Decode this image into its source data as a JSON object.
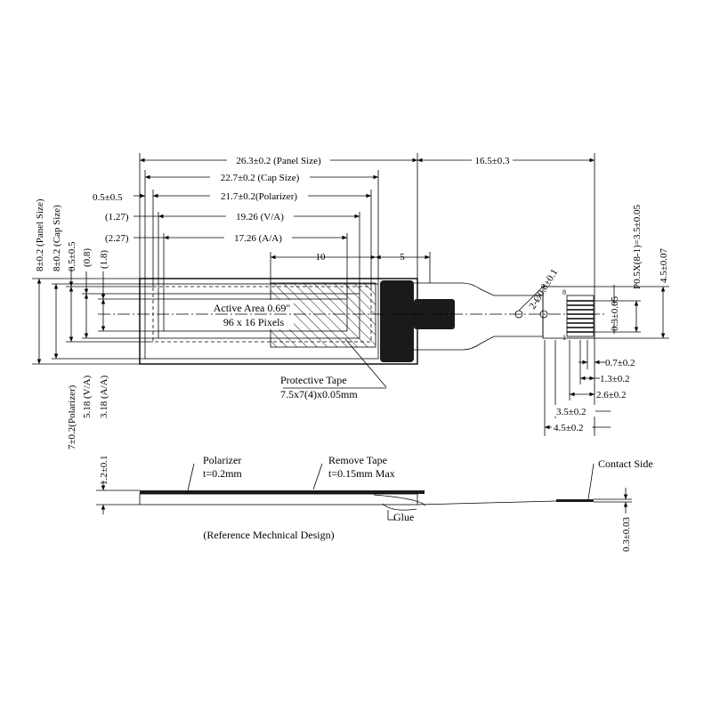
{
  "top_dims": {
    "panel_size": "26.3±0.2 (Panel Size)",
    "fpc_length": "16.5±0.3",
    "cap_size": "22.7±0.2 (Cap Size)",
    "polarizer_offset": "0.5±0.5",
    "polarizer": "21.7±0.2(Polarizer)",
    "va_offset": "(1.27)",
    "va": "19.26 (V/A)",
    "aa_offset": "(2.27)",
    "aa": "17.26 (A/A)",
    "tape_width": "10",
    "tape_gap": "5"
  },
  "left_dims": {
    "panel_height": "8±0.2 (Panel Size)",
    "cap_height": "8±0.2 (Cap Size)",
    "offset_05": "0.5±0.5",
    "offset_08": "(0.8)",
    "offset_18": "(1.8)",
    "polarizer_height": "7±0.2(Polarizer)",
    "va_height": "5.18 (V/A)",
    "aa_height": "3.18 (A/A)"
  },
  "active_area": {
    "line1": "Active Area 0.69\"",
    "line2": "96 x 16 Pixels"
  },
  "protective_tape": {
    "line1": "Protective Tape",
    "line2": "7.5x7(4)x0.05mm"
  },
  "fpc_dims": {
    "hole": "2-Ø0.8±0.1",
    "pitch": "P0.5X(8-1)=3.5±0.05",
    "height": "4.5±0.07",
    "pad_width": "0.3±0.05",
    "pin_1": "1",
    "pin_8": "8",
    "d_07": "0.7±0.2",
    "d_13": "1.3±0.2",
    "d_26": "2.6±0.2",
    "d_35": "3.5±0.2",
    "d_45": "4.5±0.2"
  },
  "side_view": {
    "thickness": "1.2±0.1",
    "polarizer_line1": "Polarizer",
    "polarizer_line2": "t=0.2mm",
    "remove_tape_line1": "Remove Tape",
    "remove_tape_line2": "t=0.15mm Max",
    "glue": "Glue",
    "contact_side": "Contact Side",
    "fpc_thickness": "0.3±0.03"
  },
  "caption": "(Reference Mechnical Design)"
}
